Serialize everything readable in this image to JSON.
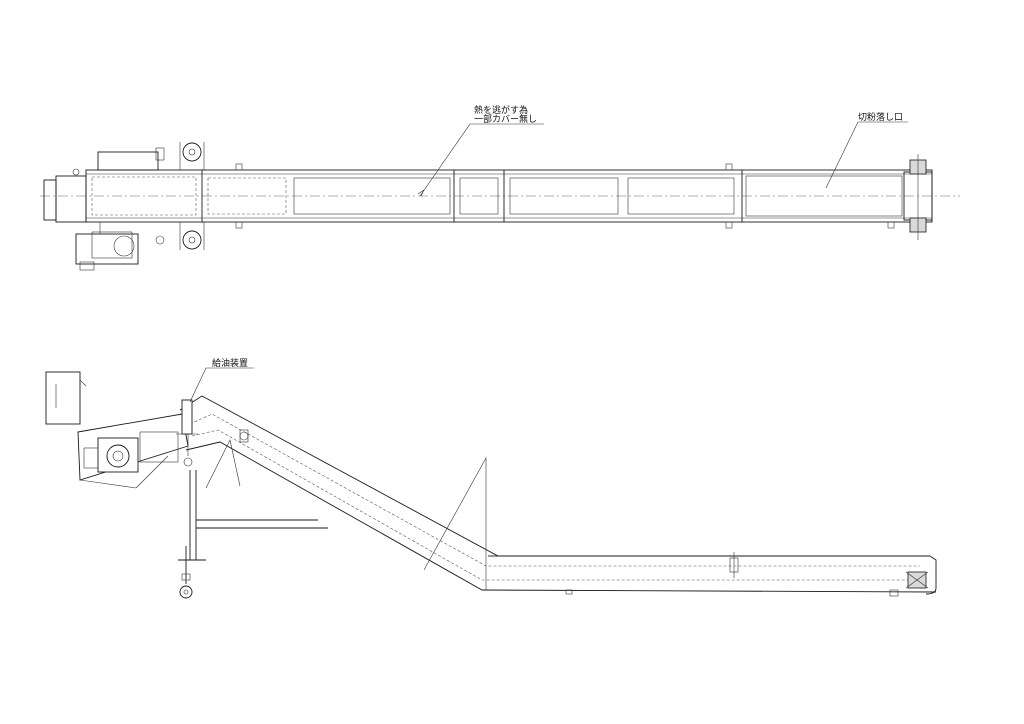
{
  "annotations": {
    "heat_release_line1": "熱を逃がす為",
    "heat_release_line2": "一部カバー無し",
    "chip_drop": "切粉落し口",
    "oil_supply": "給油装置"
  },
  "colors": {
    "line": "#1a1a1a",
    "background": "#ffffff"
  }
}
